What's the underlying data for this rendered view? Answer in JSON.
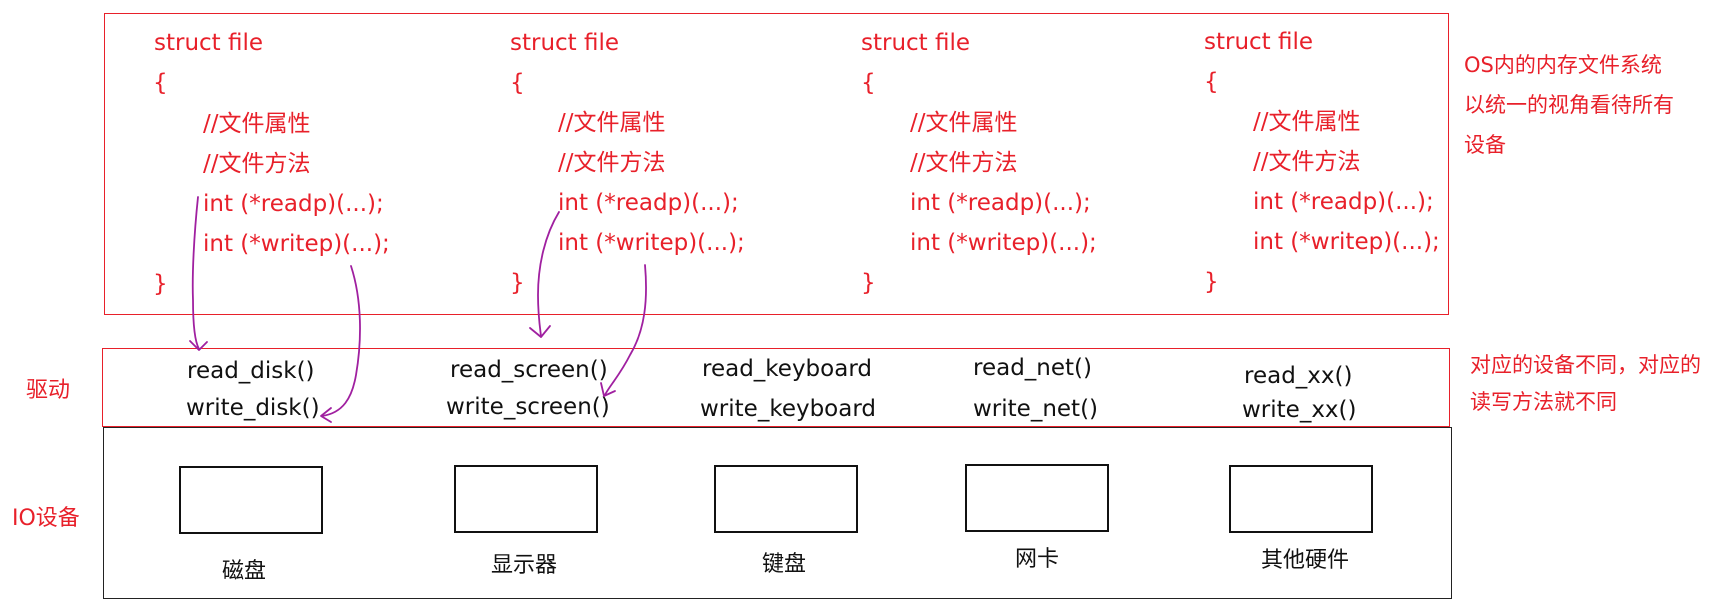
{
  "struct_blocks": [
    {
      "head": "struct file",
      "open": "{",
      "c1": "//文件属性",
      "c2": "//文件方法",
      "f1": "int (*readp)(...);",
      "f2": "int (*writep)(...);",
      "close": "}"
    },
    {
      "head": "struct file",
      "open": "{",
      "c1": "//文件属性",
      "c2": "//文件方法",
      "f1": "int (*readp)(...);",
      "f2": "int (*writep)(...);",
      "close": "}"
    },
    {
      "head": "struct file",
      "open": "{",
      "c1": "//文件属性",
      "c2": "//文件方法",
      "f1": "int (*readp)(...);",
      "f2": "int (*writep)(...);",
      "close": "}"
    },
    {
      "head": "struct file",
      "open": "{",
      "c1": "//文件属性",
      "c2": "//文件方法",
      "f1": "int (*readp)(...);",
      "f2": "int (*writep)(...);",
      "close": "}"
    }
  ],
  "os_note": [
    "OS内的内存文件系统",
    "以统一的视角看待所有",
    "设备"
  ],
  "driver_label": "驱动",
  "drivers": [
    {
      "read": "read_disk()",
      "write": "write_disk()"
    },
    {
      "read": "read_screen()",
      "write": "write_screen()"
    },
    {
      "read": "read_keyboard",
      "write": "write_keyboard"
    },
    {
      "read": "read_net()",
      "write": "write_net()"
    },
    {
      "read": "read_xx()",
      "write": "write_xx()"
    }
  ],
  "driver_note": [
    "对应的设备不同，对应的",
    "读写方法就不同"
  ],
  "io_label": "IO设备",
  "devices": [
    "磁盘",
    "显示器",
    "键盘",
    "网卡",
    "其他硬件"
  ],
  "colors": {
    "red": "#e8202a",
    "arrow": "#a020a0",
    "black": "#111111"
  }
}
